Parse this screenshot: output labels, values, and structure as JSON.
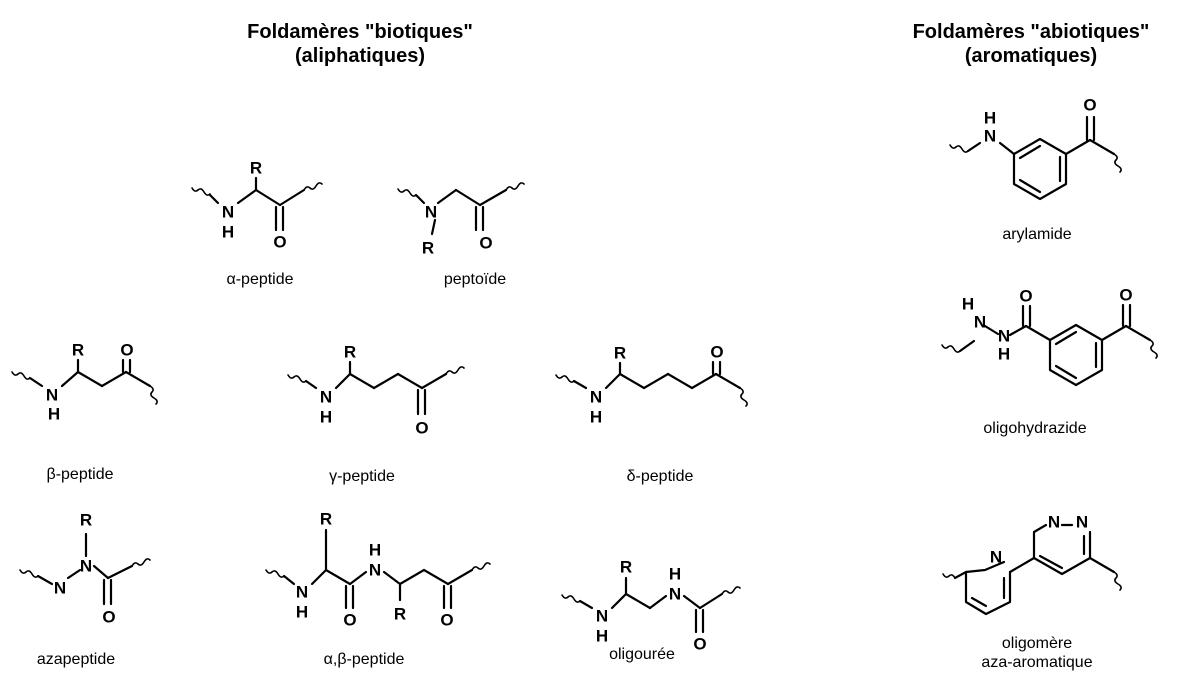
{
  "headings": {
    "biotic_line1": "Foldamères \"biotiques\"",
    "biotic_line2": "(aliphatiques)",
    "abiotic_line1": "Foldamères \"abiotiques\"",
    "abiotic_line2": "(aromatiques)"
  },
  "captions": {
    "alpha_peptide": "α-peptide",
    "peptoide": "peptoïde",
    "beta_peptide": "β-peptide",
    "gamma_peptide": "γ-peptide",
    "delta_peptide": "δ-peptide",
    "azapeptide": "azapeptide",
    "alpha_beta_peptide": "α,β-peptide",
    "oligouree": "oligourée",
    "arylamide": "arylamide",
    "oligohydrazide": "oligohydrazide",
    "oligomere_line1": "oligomère",
    "oligomere_line2": "aza-aromatique"
  },
  "atom_labels": {
    "R": "R",
    "N": "N",
    "H": "H",
    "O": "O"
  }
}
